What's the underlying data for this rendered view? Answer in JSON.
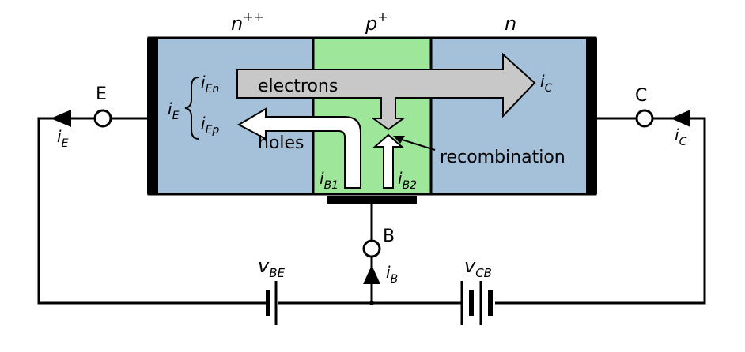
{
  "regions": {
    "emitter": {
      "label": "n",
      "superscript": "++",
      "color": "#a5c0d9"
    },
    "base": {
      "label": "p",
      "superscript": "+",
      "color": "#9ee69a"
    },
    "collector": {
      "label": "n",
      "superscript": "",
      "color": "#a5c0d9"
    }
  },
  "flows": {
    "electrons": "electrons",
    "holes": "holes",
    "recombination": "recombination"
  },
  "currents": {
    "i_en": {
      "main": "i",
      "sub": "En"
    },
    "i_ep": {
      "main": "i",
      "sub": "Ep"
    },
    "i_e_inner": {
      "main": "i",
      "sub": "E"
    },
    "i_e_outer": {
      "main": "i",
      "sub": "E"
    },
    "i_c_inner": {
      "main": "i",
      "sub": "C"
    },
    "i_c_outer": {
      "main": "i",
      "sub": "C"
    },
    "i_b1": {
      "main": "i",
      "sub": "B1"
    },
    "i_b2": {
      "main": "i",
      "sub": "B2"
    },
    "i_b": {
      "main": "i",
      "sub": "B"
    }
  },
  "terminals": {
    "emitter": "E",
    "collector": "C",
    "base": "B"
  },
  "sources": {
    "v_be": {
      "main": "v",
      "sub": "BE"
    },
    "v_cb": {
      "main": "v",
      "sub": "CB"
    }
  },
  "colors": {
    "electron_arrow": "#c8c8c8",
    "hole_arrow": "#ffffff",
    "outline": "#000000"
  }
}
